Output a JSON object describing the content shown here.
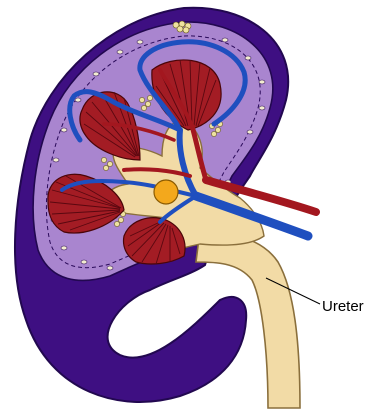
{
  "labels": {
    "ureter": "Ureter"
  },
  "colors": {
    "capsule_outer": "#3e0f82",
    "capsule_edge": "#220850",
    "cortex": "#a985cf",
    "cortex_dark": "#8c63bd",
    "pyramid": "#a31c24",
    "pyramid_stripe": "#5a0810",
    "pelvis": "#f2dba6",
    "pelvis_edge": "#8a6f3c",
    "vein": "#1f4fbf",
    "artery": "#a3171f",
    "hilum_node": "#f3a81c",
    "fat_lobule": "#eee2a0"
  },
  "icons": [
    "kidney-cross-section",
    "ureter-pointer-line"
  ]
}
